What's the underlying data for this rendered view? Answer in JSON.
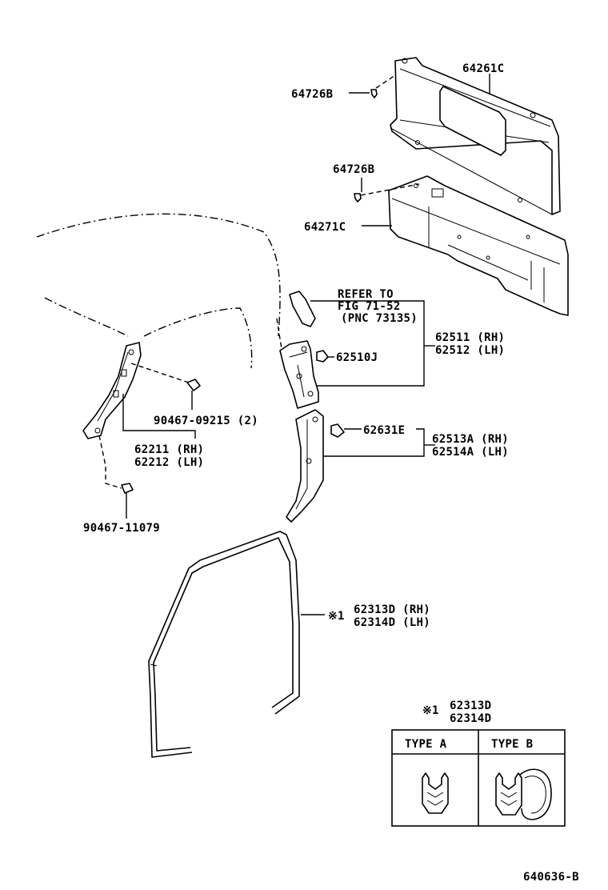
{
  "labels": {
    "back_panel_upper": "64261C",
    "clip_upper": "64726B",
    "clip_lower": "64726B",
    "back_panel_lower": "64271C",
    "refer_line1": "REFER TO",
    "refer_line2": "FIG 71-52",
    "refer_line3": "(PNC 73135)",
    "center_pillar_rh": "62511 (RH)",
    "center_pillar_lh": "62512 (LH)",
    "clip_62510j": "62510J",
    "clip_62631e": "62631E",
    "lower_pillar_rh": "62513A (RH)",
    "lower_pillar_lh": "62514A (LH)",
    "screw_upper": "90467-09215 (2)",
    "front_pillar_rh": "62211 (RH)",
    "front_pillar_lh": "62212 (LH)",
    "screw_lower": "90467-11079",
    "weatherstrip_marker": "※1",
    "weatherstrip_rh": "62313D (RH)",
    "weatherstrip_lh": "62314D (LH)"
  },
  "legend": {
    "marker": "※1",
    "part_1": "62313D",
    "part_2": "62314D",
    "type_a": "TYPE  A",
    "type_b": "TYPE  B"
  },
  "figure_id": "640636-B"
}
